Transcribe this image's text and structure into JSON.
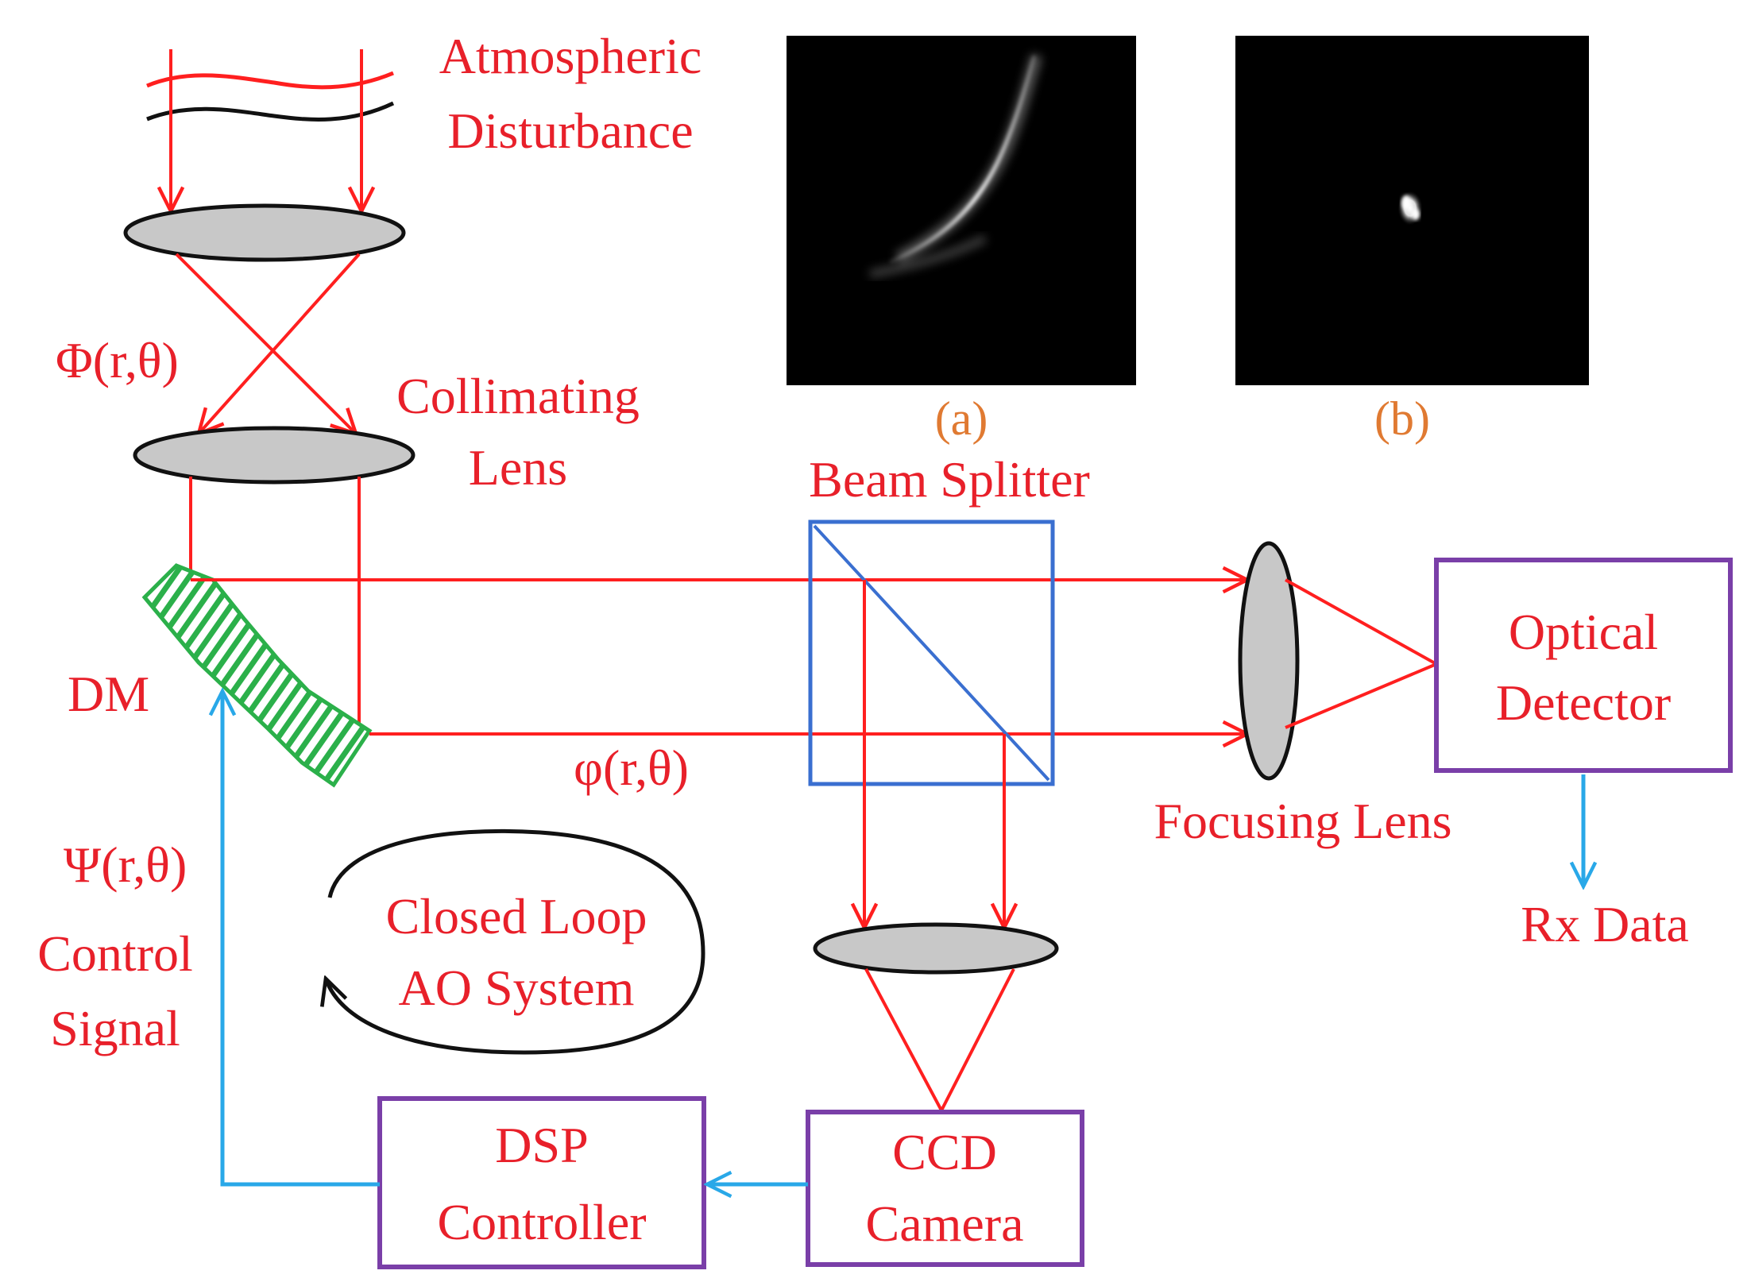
{
  "labels": {
    "atmospheric_line1": "Atmospheric",
    "atmospheric_line2": "Disturbance",
    "phi_upper": "Φ(r,θ)",
    "collimating_line1": "Collimating",
    "collimating_line2": "Lens",
    "beam_splitter": "Beam Splitter",
    "dm": "DM",
    "phi_lower": "φ(r,θ)",
    "psi": "Ψ(r,θ)",
    "control_line1": "Control",
    "control_line2": "Signal",
    "closed_loop_line1": "Closed Loop",
    "closed_loop_line2": "AO System",
    "focusing_lens": "Focusing Lens",
    "optical_line1": "Optical",
    "optical_line2": "Detector",
    "rx_data": "Rx Data",
    "dsp_line1": "DSP",
    "dsp_line2": "Controller",
    "ccd_line1": "CCD",
    "ccd_line2": "Camera",
    "inset_a": "(a)",
    "inset_b": "(b)"
  },
  "colors": {
    "beam": "#ff1f1f",
    "label_red": "#e8202a",
    "label_orange": "#e07a32",
    "control_blue": "#29a8e8",
    "box_purple": "#7a3fa8",
    "splitter_blue": "#3a6fd0",
    "mirror_green": "#2bb04a",
    "lens_fill": "#c8c8c8"
  }
}
